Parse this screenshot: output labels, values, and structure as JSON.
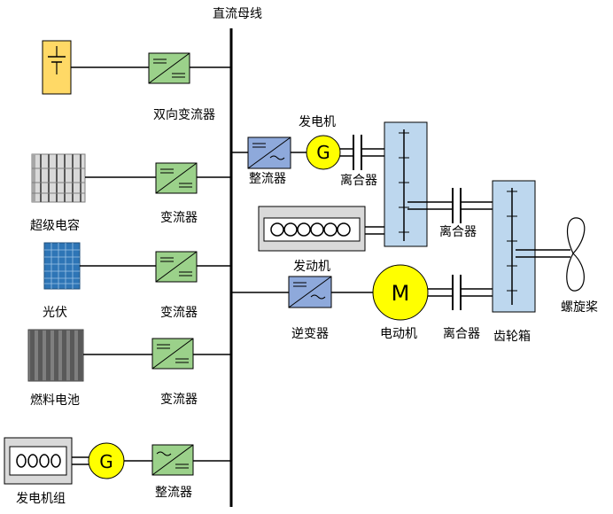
{
  "title": "直流母线",
  "labels": {
    "bidirectional_converter": "双向变流器",
    "supercap": "超级电容",
    "converter_supercap": "变流器",
    "pv": "光伏",
    "converter_pv": "变流器",
    "fuel_cell": "燃料电池",
    "converter_fc": "变流器",
    "genset": "发电机组",
    "rectifier_genset": "整流器",
    "generator_top": "发电机",
    "rectifier_top": "整流器",
    "clutch_top": "离合器",
    "clutch_mid": "离合器",
    "engine": "发动机",
    "inverter": "逆变器",
    "motor": "电动机",
    "clutch_motor": "离合器",
    "gearbox": "齿轮箱",
    "propeller": "螺旋桨"
  },
  "symbols": {
    "generator_letter": "G",
    "motor_letter": "M"
  },
  "colors": {
    "converter_green": "#9bd18a",
    "converter_blue": "#8ea9db",
    "battery_orange": "#ffd966",
    "machine_yellow": "#ffff00",
    "gearbox_blue": "#bdd7ee",
    "engine_gray": "#d9d9d9",
    "pv_blue": "#2e75b6",
    "fuelcell_gray": "#7f7f7f",
    "line": "#000000"
  }
}
